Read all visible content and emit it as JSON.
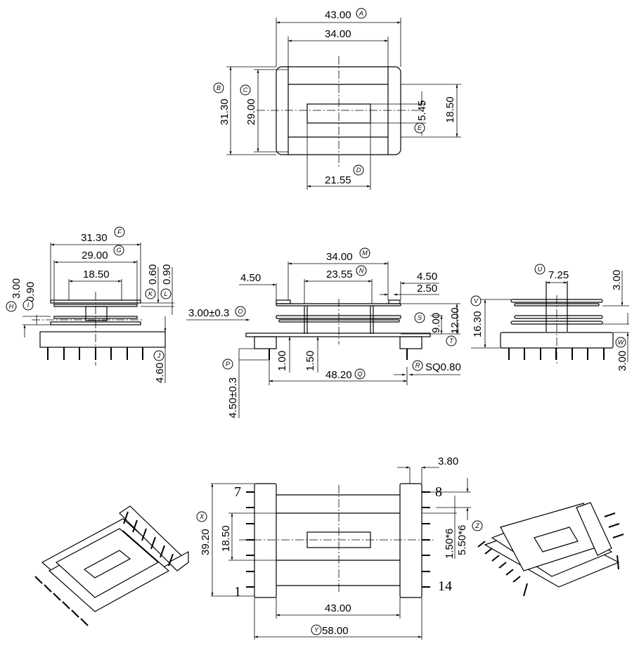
{
  "drawing": {
    "top_view": {
      "overall_width": "43.00",
      "overall_width_ref": "A",
      "inner_width": "34.00",
      "overall_depth": "31.30",
      "overall_depth_ref": "B",
      "inner_depth": "29.00",
      "inner_depth_ref": "C",
      "window_width": "21.55",
      "window_width_ref": "D",
      "window_height": "5.45",
      "window_height_ref": "E",
      "flange_span": "18.50"
    },
    "side_view_left": {
      "flange_width": "31.30",
      "flange_width_ref": "F",
      "inner_width": "29.00",
      "inner_width_ref": "G",
      "core_width": "18.50",
      "base_height": "3.00",
      "base_height_ref": "H",
      "gap": "0.90",
      "gap_ref": "I",
      "flange_thickness": "0.60",
      "flange_thickness_ref": "K",
      "top_gap": "0.90",
      "top_gap_ref": "L",
      "pin_length": "4.60",
      "pin_length_ref": "J"
    },
    "front_view": {
      "width": "34.00",
      "width_ref": "M",
      "inner": "23.55",
      "inner_ref": "N",
      "left_offset": "4.50",
      "right_offset": "4.50",
      "right_slot": "2.50",
      "step": "3.00±0.3",
      "step_ref": "O",
      "winding_height": "9.00",
      "winding_height_ref": "S",
      "total_height": "12.00",
      "total_height_ref": "T",
      "standoff": "1.00",
      "base_thickness": "1.50",
      "pin_length": "4.50±0.3",
      "pin_length_ref": "P",
      "pin_span": "48.20",
      "pin_span_ref": "Q",
      "pin_size": "SQ0.80",
      "pin_size_ref": "R"
    },
    "side_view_right": {
      "core_width": "7.25",
      "core_width_ref": "U",
      "overall_height": "16.30",
      "overall_height_ref": "V",
      "top_gap": "3.00",
      "pin_offset": "3.00",
      "pin_offset_ref": "W"
    },
    "bottom_view": {
      "pin_labels": [
        "7",
        "8",
        "1",
        "14"
      ],
      "overall_depth": "39.20",
      "overall_depth_ref": "X",
      "inner_depth": "18.50",
      "pin_row_width": "3.80",
      "pin_pitch": "1.50*6",
      "pin_spacing": "5.50*6",
      "pin_spacing_ref": "Z",
      "inner_width": "43.00",
      "overall_width": "58.00",
      "overall_width_ref": "Y"
    }
  }
}
